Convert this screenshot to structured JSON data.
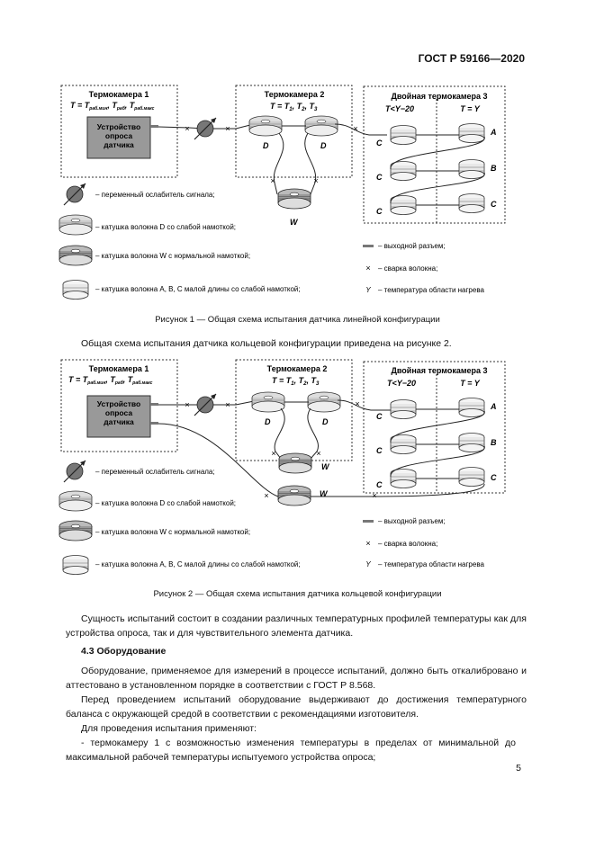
{
  "header": {
    "doc_id": "ГОСТ Р 59166—2020"
  },
  "chamber1": {
    "title": "Термокамера 1",
    "temp": "T = T",
    "sub_min": "раб.мин",
    "sub_mid": "раб",
    "sub_max": "раб.макс",
    "device": [
      "Устройство",
      "опроса",
      "датчика"
    ]
  },
  "chamber2": {
    "title": "Термокамера 2",
    "temp": "T = T",
    "t1": "1",
    "t2": "2",
    "t3": "3"
  },
  "chamber3": {
    "title": "Двойная термокамера 3",
    "left_temp": "T<Y−20",
    "right_temp": "T = Y"
  },
  "labels": {
    "D": "D",
    "W": "W",
    "C": "C",
    "A": "A",
    "B": "B",
    "C2": "C"
  },
  "legend": {
    "attenuator": "– переменный ослабитель сигнала;",
    "spool_d": "– катушка волокна D со слабой намоткой;",
    "spool_w": "– катушка волокна W с нормальной намоткой;",
    "spool_abc": "– катушка волокна A, B, C малой длины со слабой намоткой;",
    "connector": "– выходной разъем;",
    "splice": "– сварка волокна;",
    "splice_sym": "×",
    "y_sym": "Y",
    "heat_temp": "– температура области нагрева"
  },
  "fig1_caption": "Рисунок 1 — Общая схема испытания датчика линейной конфигурации",
  "para_intro2": "Общая схема испытания датчика кольцевой конфигурации приведена на рисунке 2.",
  "fig2_caption": "Рисунок 2 — Общая схема испытания датчика кольцевой конфигурации",
  "para_essence": "Сущность испытаний состоит в создании различных температурных профилей температуры как для устройства опроса, так и для чувствительного элемента датчика.",
  "section_title": "4.3 Оборудование",
  "para_equip1": "Оборудование, применяемое для измерений в процессе испытаний, должно быть откалибровано и аттестовано в установленном порядке в соответствии с ГОСТ Р 8.568.",
  "para_equip2": "Перед проведением испытаний оборудование выдерживают до достижения температурного баланса с окружающей средой в соответствии с рекомендациями изготовителя.",
  "para_equip3": "Для проведения испытания применяют:",
  "para_equip4": "- термокамеру 1 с возможностью изменения температуры в пределах от минимальной до максимальной рабочей температуры испытуемого устройства опроса;",
  "page_number": "5"
}
